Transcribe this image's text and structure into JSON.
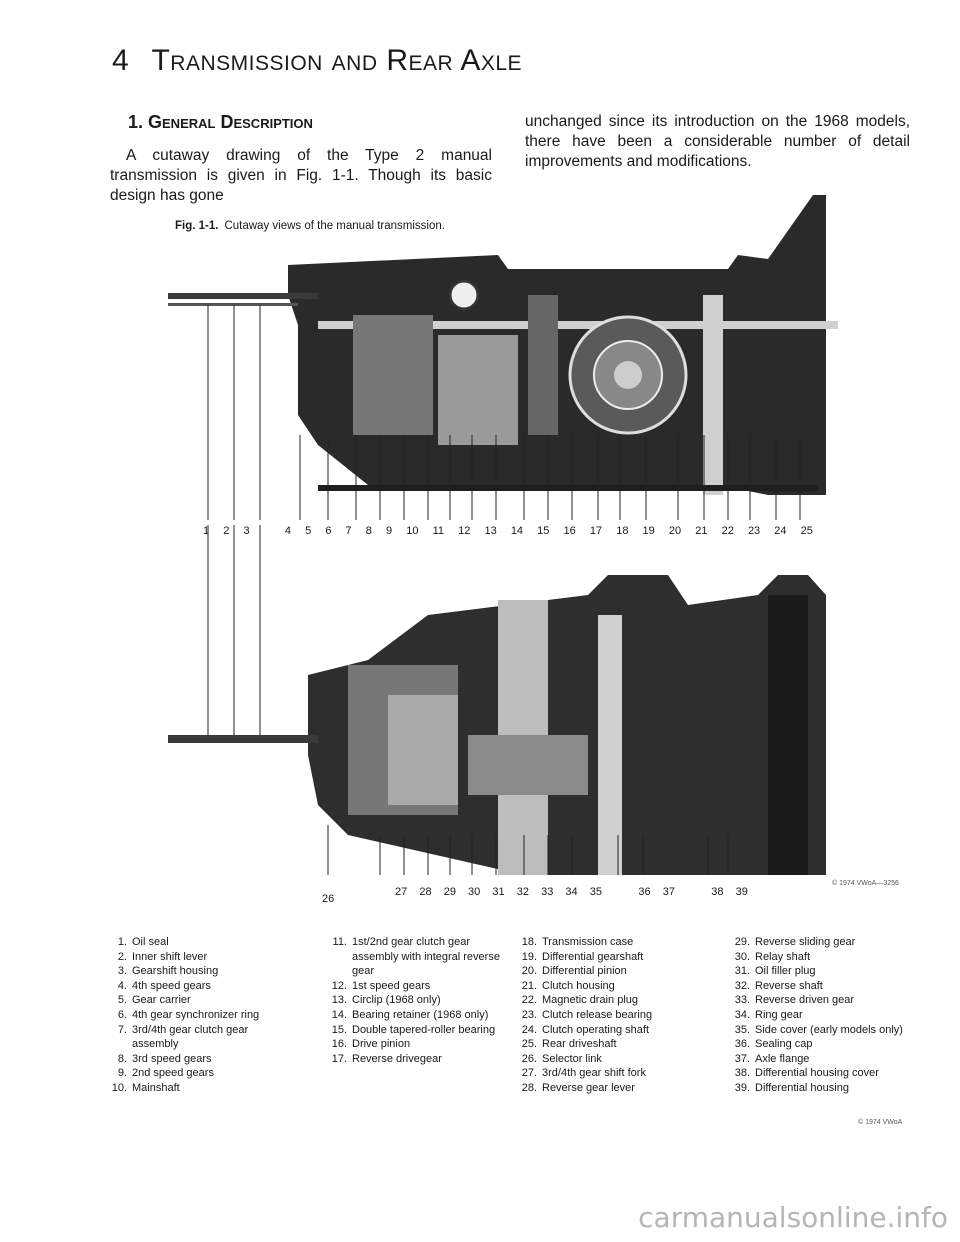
{
  "header": {
    "page_number": "4",
    "title": "Transmission and Rear Axle"
  },
  "section": {
    "title": "1. General Description",
    "intro_left": "A cutaway drawing of the Type 2 manual transmission is given in Fig. 1-1. Though its basic design has gone",
    "intro_right": "unchanged since its introduction on the 1968 models, there have been a considerable number of detail improvements and modifications."
  },
  "figure": {
    "label": "Fig. 1-1.",
    "caption": "Cutaway views of the manual transmission.",
    "top_numbers": "1  2  3     4  5  6  7  8  9  10  11  12  13  14  15  16  17  18  19  20  21  22  23  24  25",
    "bottom_numbers_a": "26",
    "bottom_numbers_b": "27  28  29  30  31  32  33  34  35      36  37      38  39",
    "figure_code": "© 1974 VWoA—3256"
  },
  "legend": {
    "col1": [
      {
        "n": "1.",
        "t": "Oil seal"
      },
      {
        "n": "2.",
        "t": "Inner shift lever"
      },
      {
        "n": "3.",
        "t": "Gearshift housing"
      },
      {
        "n": "4.",
        "t": "4th speed gears"
      },
      {
        "n": "5.",
        "t": "Gear carrier"
      },
      {
        "n": "6.",
        "t": "4th gear synchronizer ring"
      },
      {
        "n": "7.",
        "t": "3rd/4th gear clutch gear assembly"
      },
      {
        "n": "8.",
        "t": "3rd speed gears"
      },
      {
        "n": "9.",
        "t": "2nd speed gears"
      },
      {
        "n": "10.",
        "t": "Mainshaft"
      }
    ],
    "col2": [
      {
        "n": "11.",
        "t": "1st/2nd gear clutch gear assembly with integral reverse gear"
      },
      {
        "n": "12.",
        "t": "1st speed gears"
      },
      {
        "n": "13.",
        "t": "Circlip (1968 only)"
      },
      {
        "n": "14.",
        "t": "Bearing retainer (1968 only)"
      },
      {
        "n": "15.",
        "t": "Double tapered-roller bearing"
      },
      {
        "n": "16.",
        "t": "Drive pinion"
      },
      {
        "n": "17.",
        "t": "Reverse drivegear"
      }
    ],
    "col3": [
      {
        "n": "18.",
        "t": "Transmission case"
      },
      {
        "n": "19.",
        "t": "Differential gearshaft"
      },
      {
        "n": "20.",
        "t": "Differential pinion"
      },
      {
        "n": "21.",
        "t": "Clutch housing"
      },
      {
        "n": "22.",
        "t": "Magnetic drain plug"
      },
      {
        "n": "23.",
        "t": "Clutch release bearing"
      },
      {
        "n": "24.",
        "t": "Clutch operating shaft"
      },
      {
        "n": "25.",
        "t": "Rear driveshaft"
      },
      {
        "n": "26.",
        "t": "Selector link"
      },
      {
        "n": "27.",
        "t": "3rd/4th gear shift fork"
      },
      {
        "n": "28.",
        "t": "Reverse gear lever"
      }
    ],
    "col4": [
      {
        "n": "29.",
        "t": "Reverse sliding gear"
      },
      {
        "n": "30.",
        "t": "Relay shaft"
      },
      {
        "n": "31.",
        "t": "Oil filler plug"
      },
      {
        "n": "32.",
        "t": "Reverse shaft"
      },
      {
        "n": "33.",
        "t": "Reverse driven gear"
      },
      {
        "n": "34.",
        "t": "Ring gear"
      },
      {
        "n": "35.",
        "t": "Side cover (early models only)"
      },
      {
        "n": "36.",
        "t": "Sealing cap"
      },
      {
        "n": "37.",
        "t": "Axle flange"
      },
      {
        "n": "38.",
        "t": "Differential housing cover"
      },
      {
        "n": "39.",
        "t": "Differential housing"
      }
    ],
    "copyright": "© 1974 VWoA"
  },
  "watermark": "carmanualsonline.info"
}
